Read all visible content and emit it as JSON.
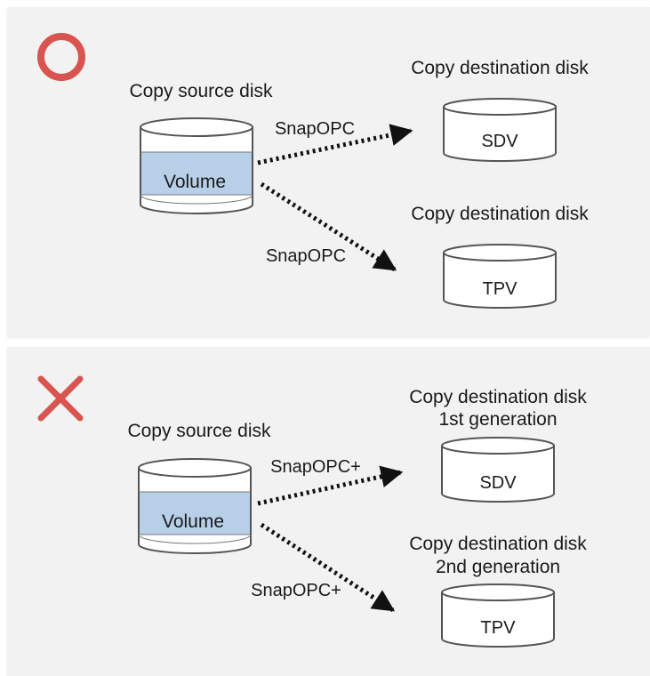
{
  "panels": [
    {
      "verdict_symbol": "circle-icon",
      "verdict_color": "#d9534f",
      "source": {
        "label": "Copy source disk",
        "volume": "Volume"
      },
      "arrows": [
        {
          "label": "SnapOPC"
        },
        {
          "label": "SnapOPC"
        }
      ],
      "destinations": [
        {
          "label_line1": "Copy destination disk",
          "label_line2": "",
          "disk": "SDV"
        },
        {
          "label_line1": "Copy destination disk",
          "label_line2": "",
          "disk": "TPV"
        }
      ]
    },
    {
      "verdict_symbol": "cross-icon",
      "verdict_color": "#d9534f",
      "source": {
        "label": "Copy source disk",
        "volume": "Volume"
      },
      "arrows": [
        {
          "label": "SnapOPC+"
        },
        {
          "label": "SnapOPC+"
        }
      ],
      "destinations": [
        {
          "label_line1": "Copy destination disk",
          "label_line2": "1st generation",
          "disk": "SDV"
        },
        {
          "label_line1": "Copy destination disk",
          "label_line2": "2nd generation",
          "disk": "TPV"
        }
      ]
    }
  ],
  "colors": {
    "panel_bg": "#f2f2f2",
    "volume_band": "#b8cfe8",
    "disk_stroke": "#555555",
    "arrow": "#111111",
    "verdict": "#d9534f"
  }
}
